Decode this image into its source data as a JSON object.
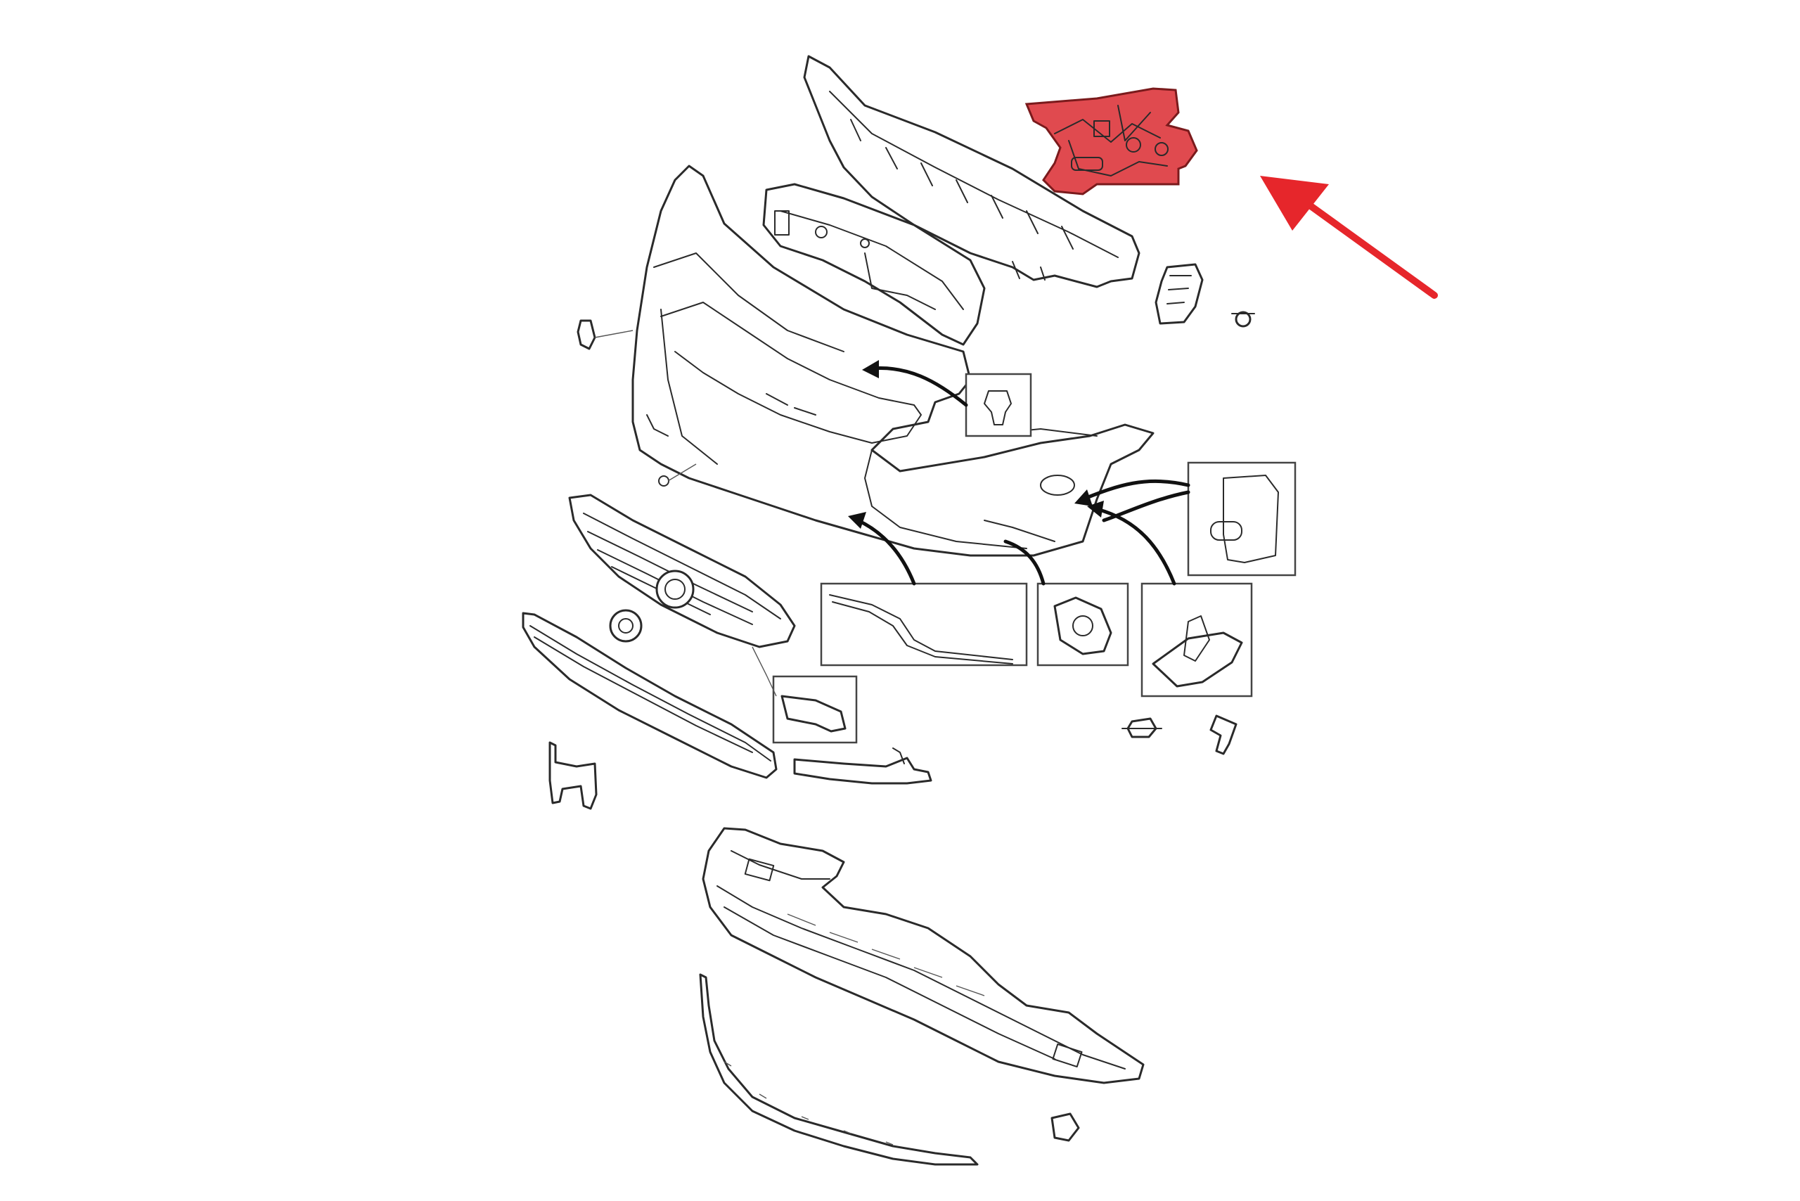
{
  "diagram": {
    "type": "exploded-parts-view",
    "highlight_color": "#e04a4f",
    "highlight_outline": "#7a1a1c",
    "arrow_color": "#e6262b",
    "line_color": "#2a2a2a",
    "background": "#ffffff",
    "highlighted_part": "bumper-mounting-bracket-right",
    "icons": [
      "bumper-cover",
      "upper-reinforcement-beam",
      "headlamp-support-frame",
      "side-guide-bracket",
      "front-grille",
      "lower-grille",
      "skid-plate",
      "clip-inset",
      "molding-inset",
      "fog-lamp-inset",
      "sensor-bracket-inset"
    ]
  }
}
